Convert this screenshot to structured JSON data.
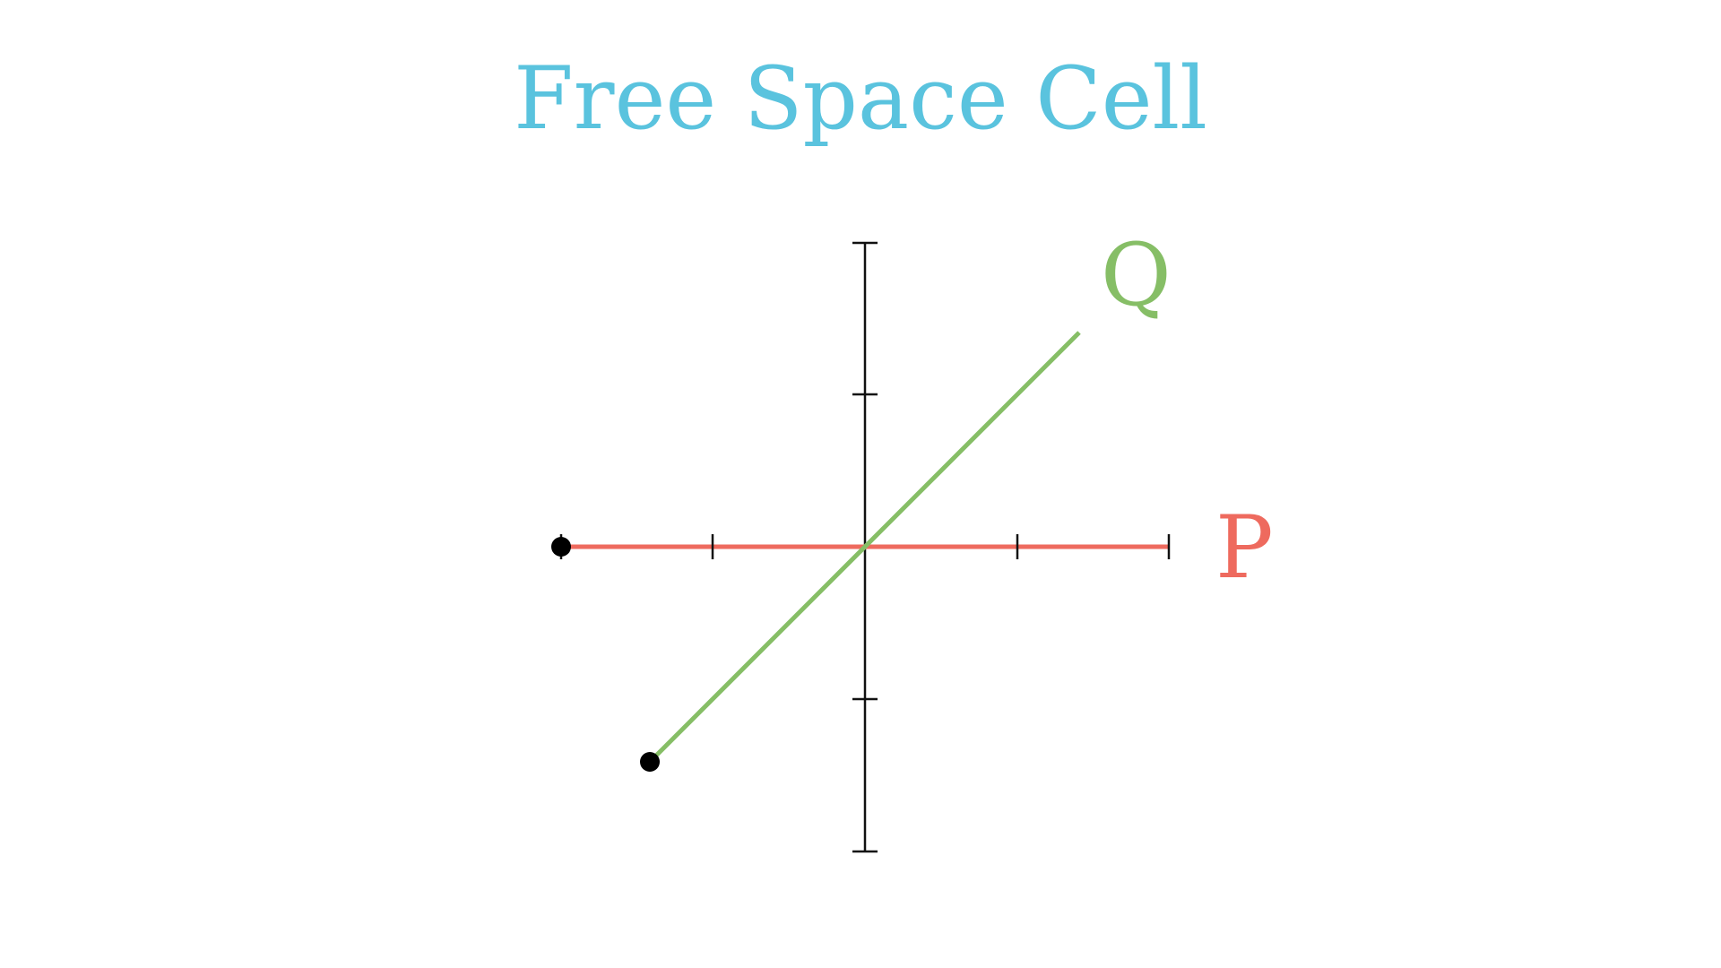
{
  "title": "Free Space Cell",
  "segments": {
    "p": {
      "label": "P",
      "color": "#ee6a5e"
    },
    "q": {
      "label": "Q",
      "color": "#86be66"
    }
  },
  "colors": {
    "title": "#5ac3de",
    "axis": "#111111",
    "point": "#000000"
  }
}
